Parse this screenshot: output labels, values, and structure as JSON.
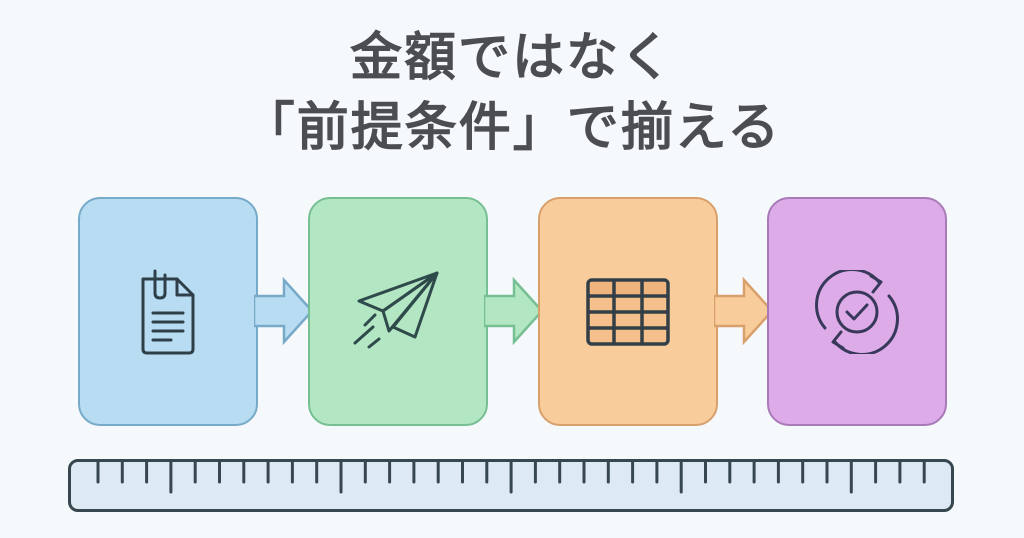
{
  "title": {
    "line1": "金額ではなく",
    "line2": "「前提条件」で揃える"
  },
  "steps": [
    {
      "icon": "document-icon",
      "fill": "#b8dcf1",
      "border": "#77a9c9"
    },
    {
      "icon": "paper-plane-icon",
      "fill": "#b3e6c3",
      "border": "#76bf92"
    },
    {
      "icon": "table-icon",
      "fill": "#f9cc9b",
      "border": "#d9a06b"
    },
    {
      "icon": "sync-check-icon",
      "fill": "#dcabe8",
      "border": "#a97ab8"
    }
  ],
  "colors": {
    "background": "#f5f9fc",
    "title_text": "#4b4d50",
    "icon_stroke": "#2f3f4a",
    "ruler_fill": "#dde9f3",
    "ruler_stroke": "#37474f"
  },
  "ruler": {
    "tick_count": 36,
    "long_tick_every": 7
  }
}
